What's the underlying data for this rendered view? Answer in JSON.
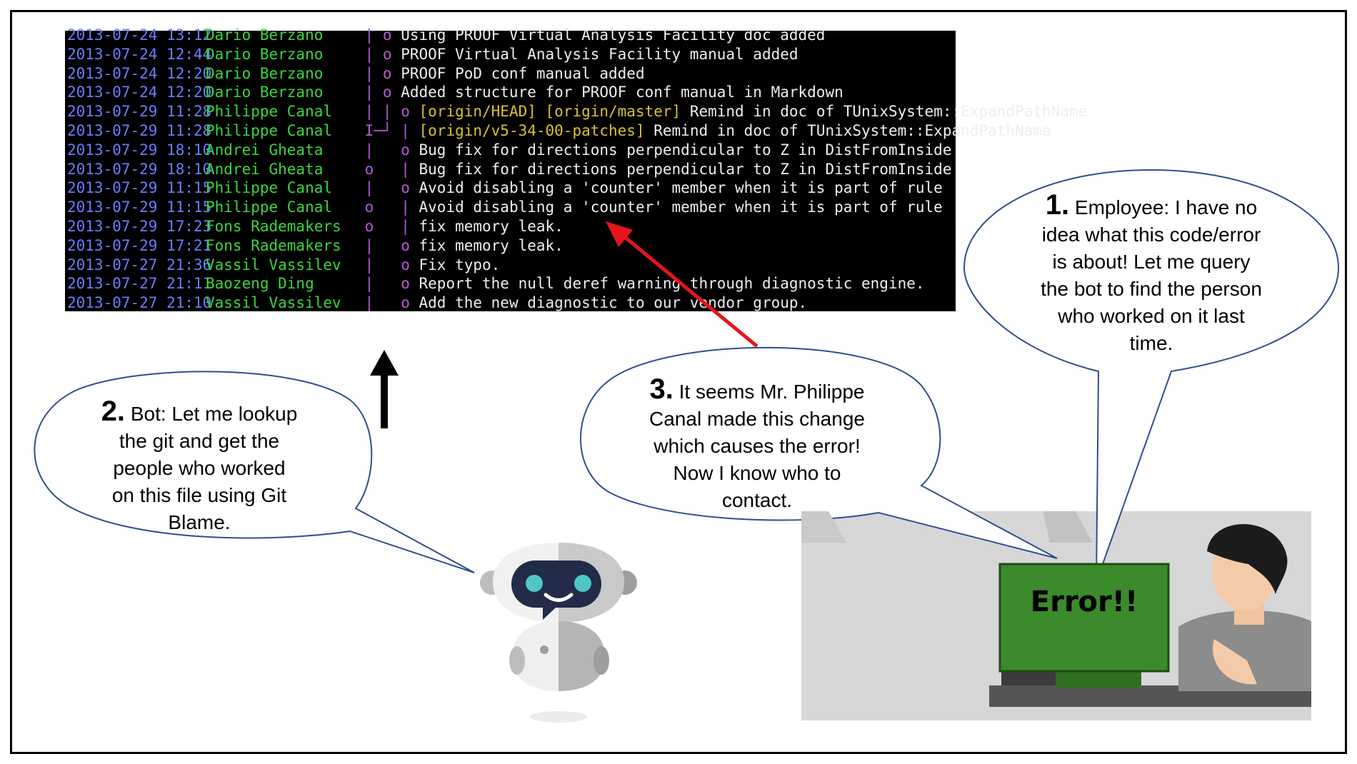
{
  "terminal": {
    "rows": [
      {
        "date": "2013-07-24 13:12",
        "author": "Dario Berzano",
        "graph": " | o ",
        "ref": "",
        "msg": "Using PROOF Virtual Analysis Facility doc added"
      },
      {
        "date": "2013-07-24 12:44",
        "author": "Dario Berzano",
        "graph": " | o ",
        "ref": "",
        "msg": "PROOF Virtual Analysis Facility manual added"
      },
      {
        "date": "2013-07-24 12:20",
        "author": "Dario Berzano",
        "graph": " | o ",
        "ref": "",
        "msg": "PROOF PoD conf manual added"
      },
      {
        "date": "2013-07-24 12:20",
        "author": "Dario Berzano",
        "graph": " | o ",
        "ref": "",
        "msg": "Added structure for PROOF conf manual in Markdown"
      },
      {
        "date": "2013-07-29 11:28",
        "author": "Philippe Canal",
        "graph": " | | o ",
        "ref": "[origin/HEAD] [origin/master] ",
        "msg": "Remind in doc of TUnixSystem::ExpandPathName"
      },
      {
        "date": "2013-07-29 11:28",
        "author": "Philippe Canal",
        "graph": " I─┘ | ",
        "ref": "[origin/v5-34-00-patches] ",
        "msg": "Remind in doc of TUnixSystem::ExpandPathName"
      },
      {
        "date": "2013-07-29 18:10",
        "author": "Andrei Gheata",
        "graph": " |   o ",
        "ref": "",
        "msg": "Bug fix for directions perpendicular to Z in DistFromInside"
      },
      {
        "date": "2013-07-29 18:10",
        "author": "Andrei Gheata",
        "graph": " o   | ",
        "ref": "",
        "msg": "Bug fix for directions perpendicular to Z in DistFromInside"
      },
      {
        "date": "2013-07-29 11:15",
        "author": "Philippe Canal",
        "graph": " |   o ",
        "ref": "",
        "msg": "Avoid disabling a 'counter' member when it is part of rule"
      },
      {
        "date": "2013-07-29 11:15",
        "author": "Philippe Canal",
        "graph": " o   | ",
        "ref": "",
        "msg": "Avoid disabling a 'counter' member when it is part of rule"
      },
      {
        "date": "2013-07-29 17:23",
        "author": "Fons Rademakers",
        "graph": " o   | ",
        "ref": "",
        "msg": "fix memory leak."
      },
      {
        "date": "2013-07-29 17:21",
        "author": "Fons Rademakers",
        "graph": " |   o ",
        "ref": "",
        "msg": "fix memory leak."
      },
      {
        "date": "2013-07-27 21:36",
        "author": "Vassil Vassilev",
        "graph": " |   o ",
        "ref": "",
        "msg": "Fix typo."
      },
      {
        "date": "2013-07-27 21:11",
        "author": "Baozeng Ding",
        "graph": " |   o ",
        "ref": "",
        "msg": "Report the null deref warning through diagnostic engine."
      },
      {
        "date": "2013-07-27 21:10",
        "author": "Vassil Vassilev",
        "graph": " |   o ",
        "ref": "",
        "msg": "Add the new diagnostic to our vendor group."
      }
    ]
  },
  "bubbles": {
    "employee": {
      "num": "1.",
      "lines": [
        "Employee: I have no",
        "idea what this code/error",
        "is about! Let me query",
        "the bot to find the person",
        "who worked on it last",
        "time."
      ]
    },
    "bot": {
      "num": "2.",
      "lines": [
        "Bot: Let me lookup",
        "the git and get the",
        "people who worked",
        "on this file using Git",
        "Blame."
      ]
    },
    "discovery": {
      "num": "3.",
      "lines": [
        "It seems Mr. Philippe",
        "Canal made this change",
        "which causes the error!",
        "Now I know who to",
        "contact."
      ]
    }
  },
  "monitor": {
    "text": "Error!!"
  },
  "colors": {
    "terminal_bg": "#000000",
    "date": "#6a7dff",
    "author": "#3cd63c",
    "graph": "#b65bd6",
    "ref": "#d8c22c",
    "arrow_red": "#e8141b",
    "bubble_outline": "#2f4e8f",
    "monitor_green": "#3b8a2b"
  }
}
